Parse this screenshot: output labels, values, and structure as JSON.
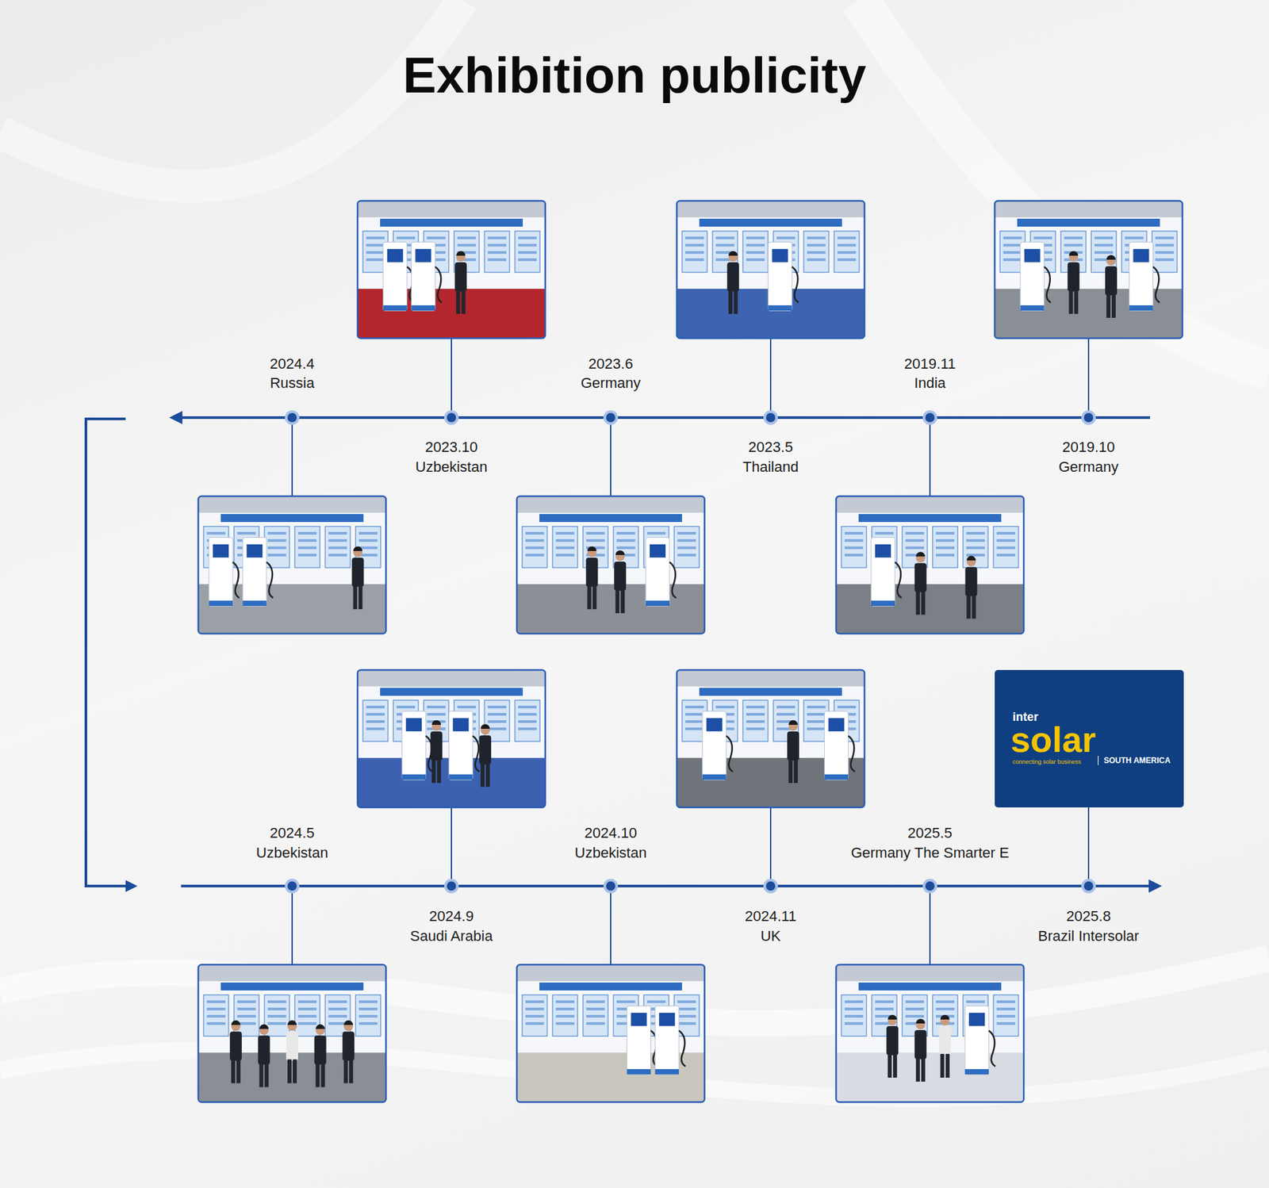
{
  "diagram": {
    "title": "Exhibition publicity",
    "nodes": [
      {
        "text": [
          "inter",
          "solar",
          "connecting solar business",
          "SOUTH AMERICA"
        ]
      }
    ],
    "labels": [
      "2019.10",
      "Germany",
      "2019.11",
      "India",
      "2023.5",
      "Thailand",
      "2023.6",
      "Germany",
      "2023.10",
      "Uzbekistan",
      "2024.4",
      "Russia",
      "2024.5",
      "Uzbekistan",
      "2024.9",
      "Saudi Arabia",
      "2024.10",
      "Uzbekistan",
      "2024.11",
      "UK",
      "2025.5",
      "Germany The Smarter E",
      "2025.8",
      "Brazil Intersolar"
    ]
  }
}
